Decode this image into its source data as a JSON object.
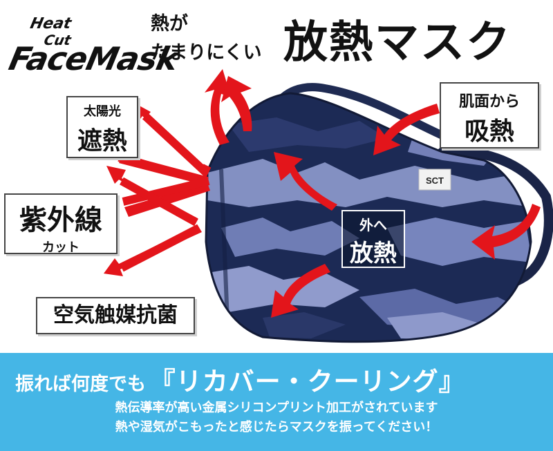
{
  "logo": {
    "line1": "Heat",
    "line2": "Cut",
    "line3": "FaceMask"
  },
  "title": {
    "line1": "熱が",
    "line2": "たまりにくい",
    "main": "放熱マスク"
  },
  "labels": {
    "sun": {
      "small": "太陽光",
      "big": "遮熱"
    },
    "uv": {
      "big": "紫外線",
      "small": "カット"
    },
    "skin": {
      "small": "肌面から",
      "big": "吸熱"
    },
    "antibacterial": "空気触媒抗菌",
    "release": {
      "small": "外へ",
      "big": "放熱"
    }
  },
  "mask_tag": "SCT",
  "banner": {
    "lead": "振れば何度でも",
    "highlight": "『リカバー・クーリング』",
    "note1": "熱伝導率が高い金属シリコンプリント加工がされています",
    "note2": "熱や湿気がこもったと感じたらマスクを振ってください！"
  },
  "colors": {
    "banner": "#45b6e6",
    "arrow": "#e3151b",
    "mask_dark": "#1c2a55",
    "mask_light": "#8390c2"
  }
}
